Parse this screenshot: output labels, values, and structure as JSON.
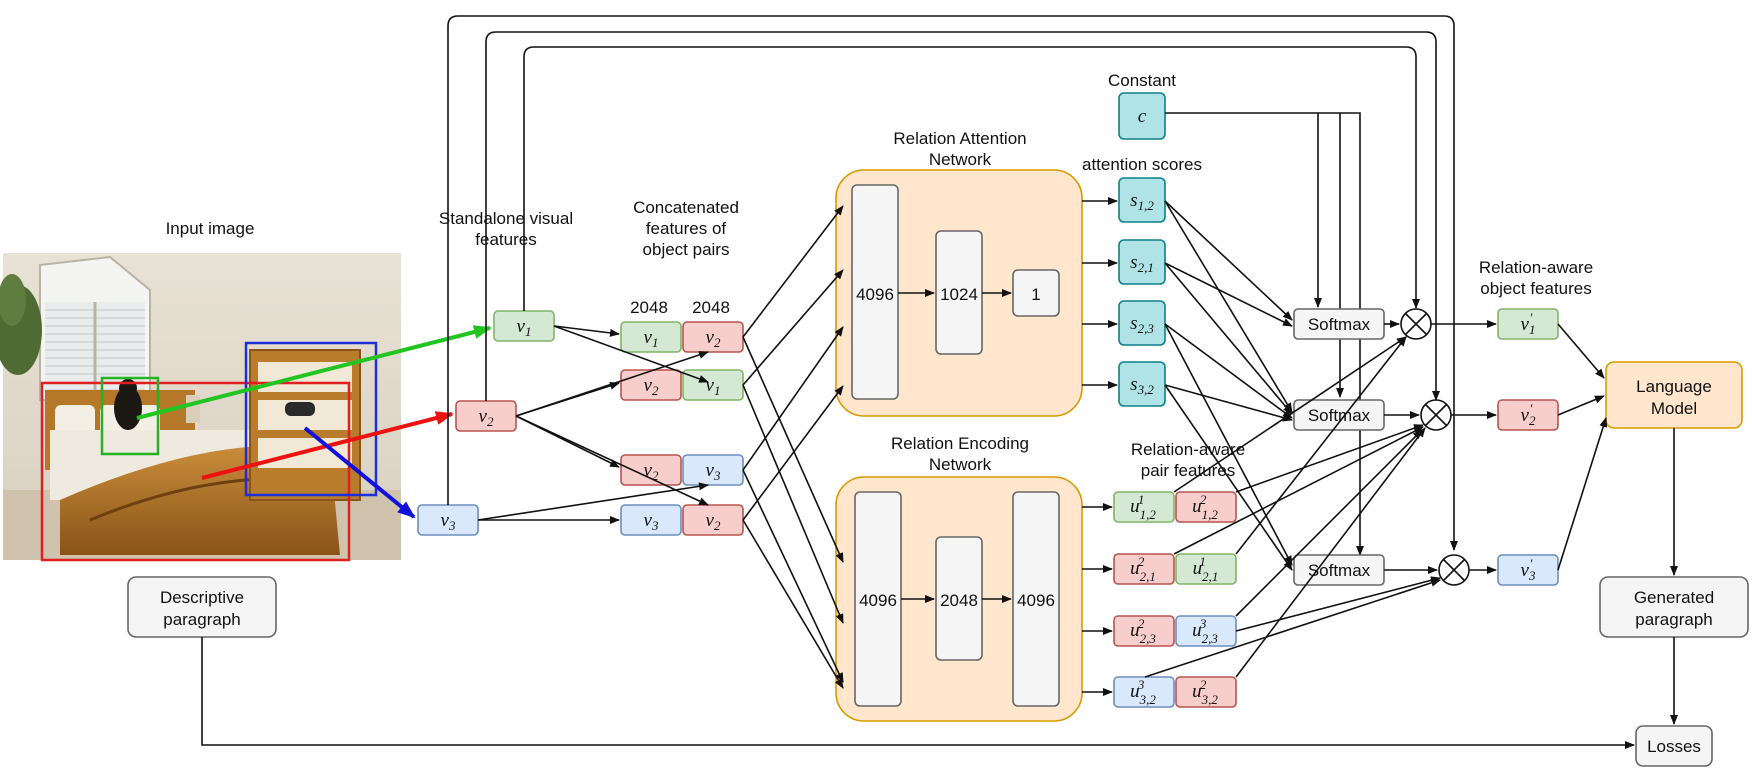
{
  "labels": {
    "input_image": "Input image",
    "standalone_line1": "Standalone visual",
    "standalone_line2": "features",
    "concat_line1": "Concatenated",
    "concat_line2": "features of",
    "concat_line3": "object pairs",
    "dim_left": "2048",
    "dim_right": "2048",
    "ran_line1": "Relation Attention",
    "ran_line2": "Network",
    "ren_line1": "Relation Encoding",
    "ren_line2": "Network",
    "constant": "Constant",
    "attention_scores": "attention scores",
    "pair_feat_line1": "Relation-aware",
    "pair_feat_line2": "pair features",
    "obj_feat_line1": "Relation-aware",
    "obj_feat_line2": "object features",
    "descriptive_line1": "Descriptive",
    "descriptive_line2": "paragraph",
    "lm_line1": "Language",
    "lm_line2": "Model",
    "generated_line1": "Generated",
    "generated_line2": "paragraph",
    "losses": "Losses",
    "softmax": "Softmax"
  },
  "ran_layers": [
    "4096",
    "1024",
    "1"
  ],
  "ren_layers": [
    "4096",
    "2048",
    "4096"
  ],
  "symbols": {
    "v": "v",
    "u": "u",
    "s": "s",
    "c": "c",
    "prime": "′",
    "sub_1": "1",
    "sub_2": "2",
    "sub_3": "3",
    "sub_12": "1,2",
    "sub_21": "2,1",
    "sub_23": "2,3",
    "sub_32": "3,2"
  },
  "colors": {
    "green_fill": "#d5e8d4",
    "green_stroke": "#82b366",
    "red_fill": "#f8cecc",
    "red_stroke": "#b85450",
    "blue_fill": "#dae8fc",
    "blue_stroke": "#6c8ebf",
    "teal_fill": "#b0e3e6",
    "teal_stroke": "#0e8088",
    "orange_fill": "#ffe6cc",
    "orange_stroke": "#d79b00",
    "gray_fill": "#f5f5f5",
    "gray_stroke": "#666666",
    "bbox_green": "#22b422",
    "bbox_red": "#e02020",
    "bbox_blue": "#1f2fd6"
  },
  "icons": [
    "multiply-circle-icon",
    "photo-bedroom-icon"
  ]
}
